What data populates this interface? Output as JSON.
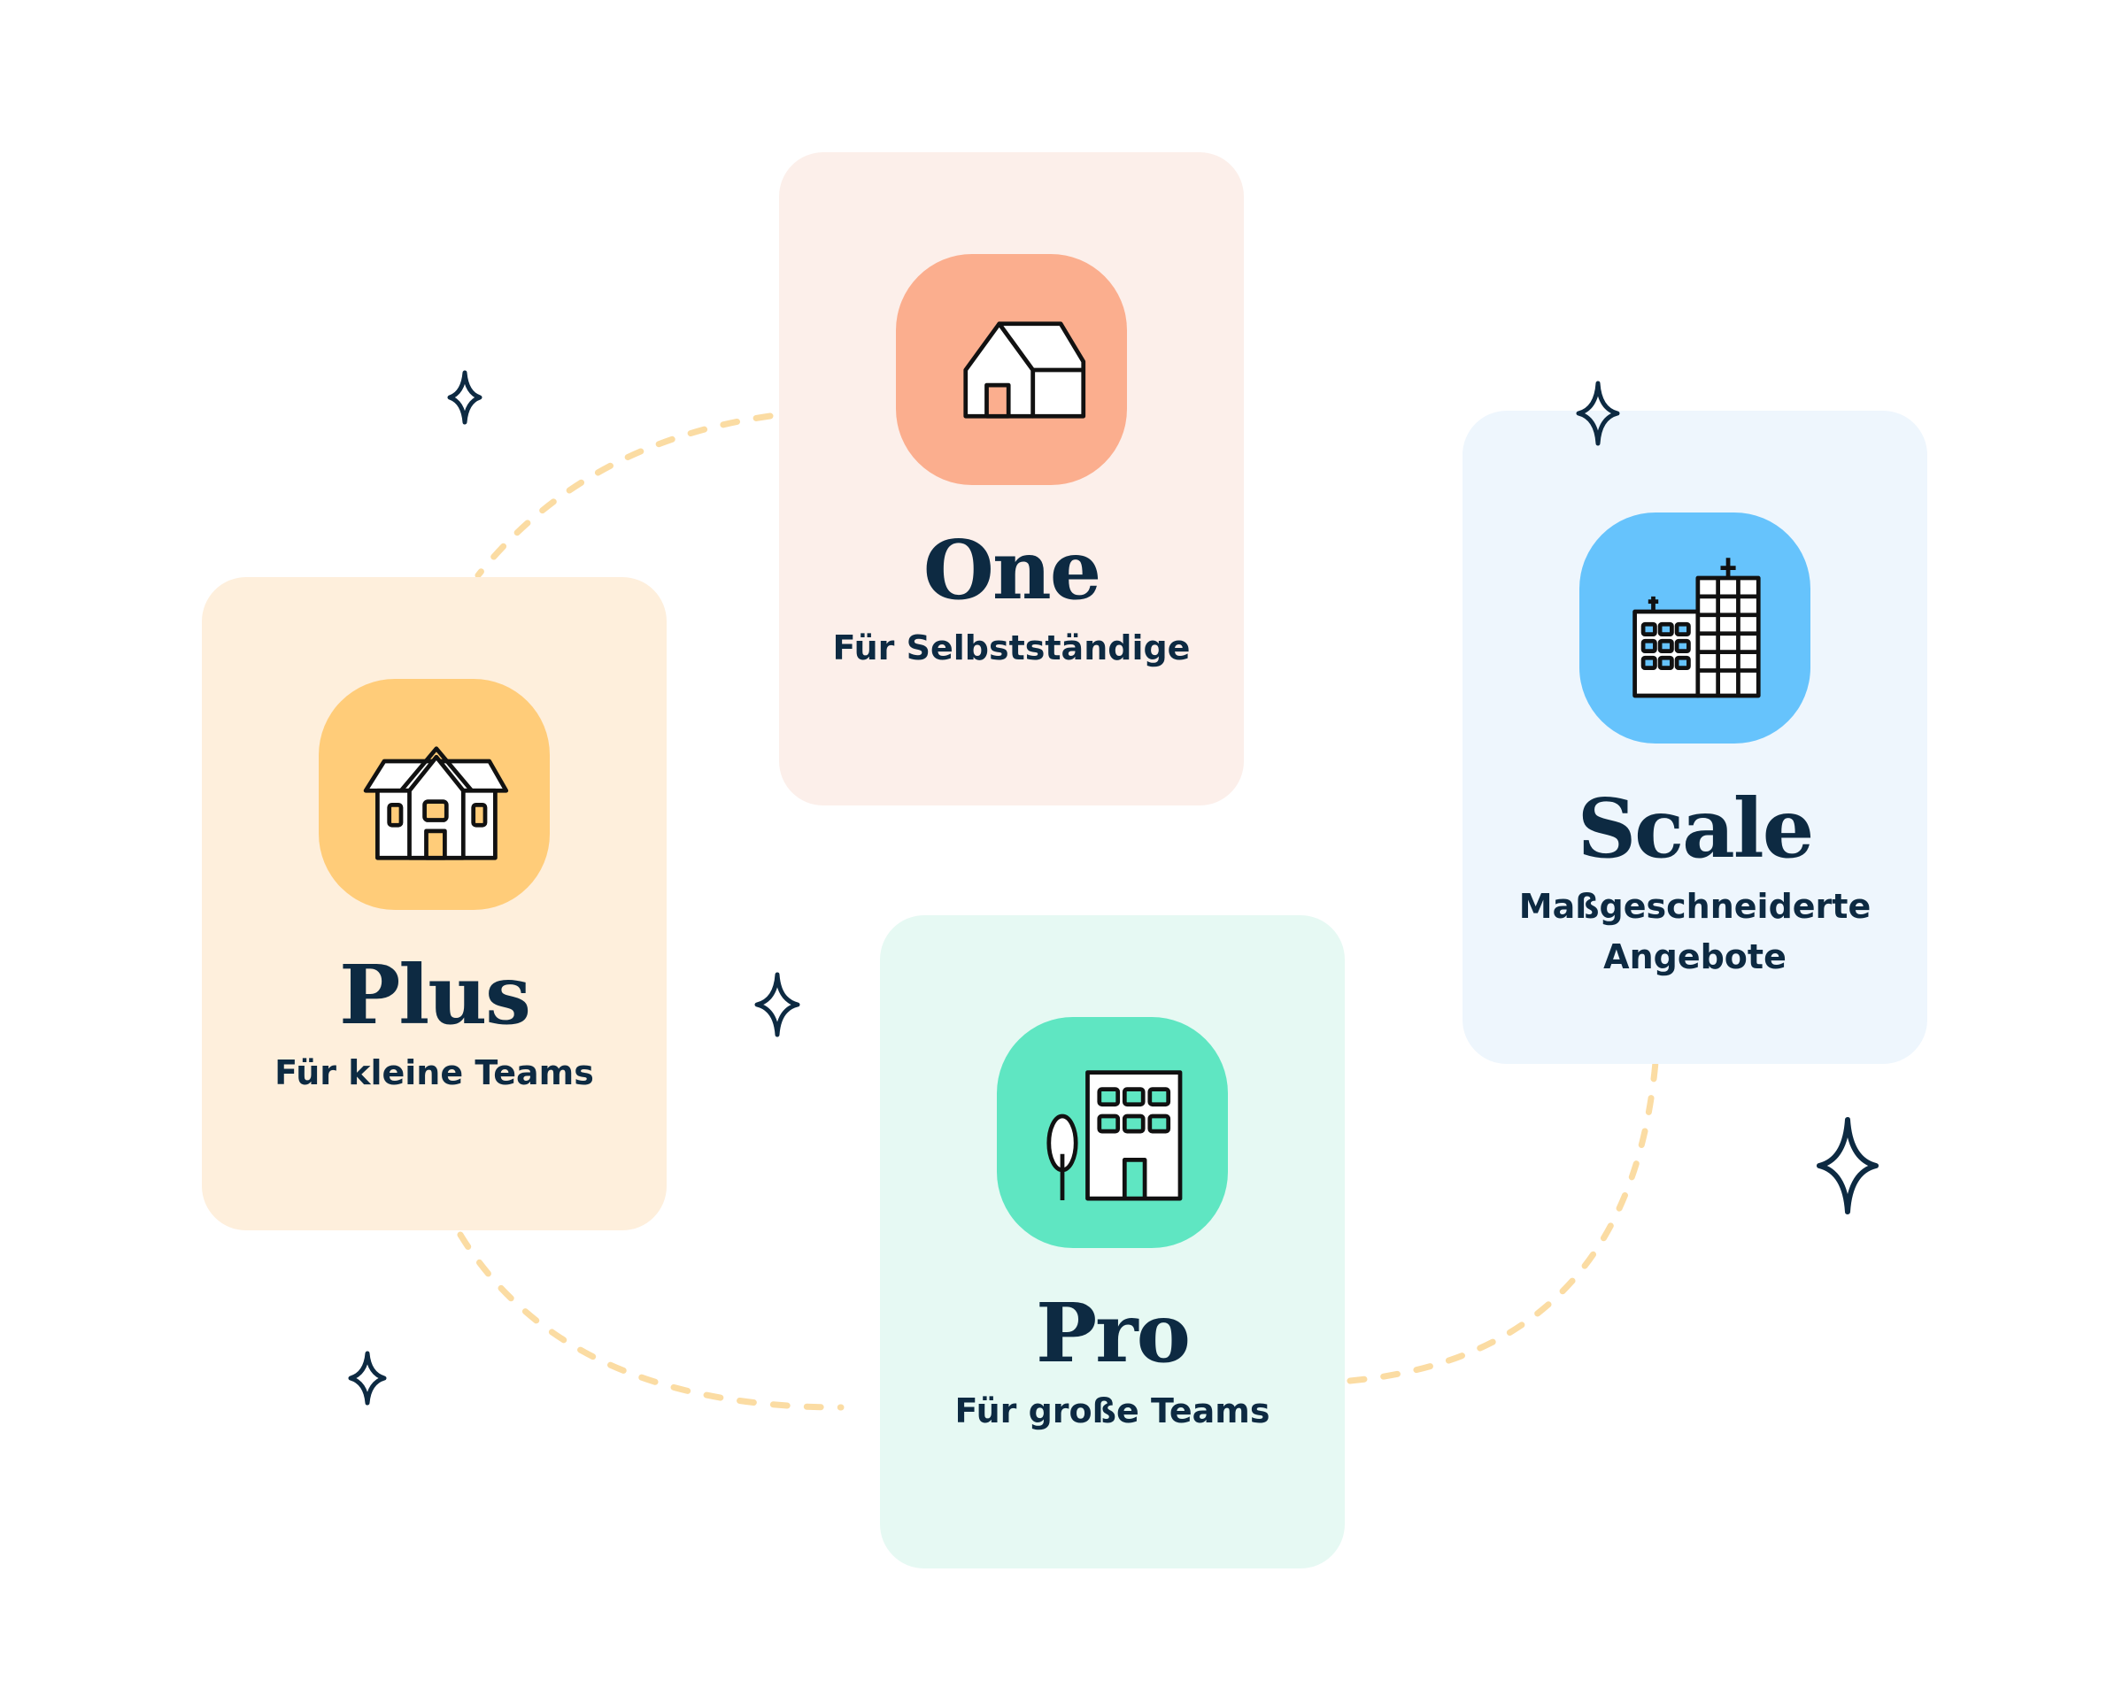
{
  "colors": {
    "ink": "#0d2a42",
    "orbit": "#fbdca3",
    "one_bg": "#fcefea",
    "one_icon": "#fbae8e",
    "plus_bg": "#feefdc",
    "plus_icon": "#ffcc79",
    "pro_bg": "#e6f9f3",
    "pro_icon": "#5fe6c2",
    "scale_bg": "#eef6fd",
    "scale_icon": "#66c3fc"
  },
  "plans": {
    "one": {
      "name": "One",
      "subtitle": "Für Selbstständige",
      "icon": "house-icon"
    },
    "plus": {
      "name": "Plus",
      "subtitle": "Für kleine Teams",
      "icon": "villa-icon"
    },
    "pro": {
      "name": "Pro",
      "subtitle": "Für große Teams",
      "icon": "office-building-icon"
    },
    "scale": {
      "name": "Scale",
      "subtitle_line1": "Maßgeschneiderte",
      "subtitle_line2": "Angebote",
      "icon": "skyscraper-icon"
    }
  },
  "decorations": {
    "sparkle_icon": "sparkle-icon"
  }
}
